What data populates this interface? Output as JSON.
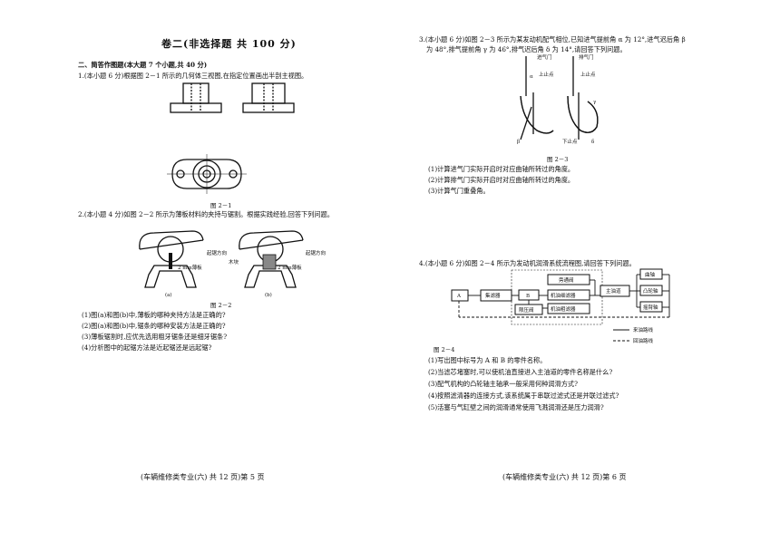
{
  "left_page": {
    "section_title": "卷二(非选择题   共 100 分)",
    "section_heading": "二、简答作图题(本大题 7 个小题,共 40 分)",
    "q1": "1.(本小题 6 分)根据图 2－1 所示的几何体三视图,在指定位置画出半剖主视图。",
    "fig1_caption": "图 2－1",
    "q2": "2.(本小题 4 分)如图 2－2 所示为薄板材料的夹持与锯割。根据实践经验,回答下列问题。",
    "fig2_label_a": "(a)",
    "fig2_label_b": "(b)",
    "fig2_saw_dir_a": "起锯方向",
    "fig2_saw_dir_b": "起锯方向",
    "fig2_board_a": "2 mm薄板",
    "fig2_board_b": "2 mm薄板",
    "fig2_wood": "木块",
    "fig2_caption": "图 2－2",
    "q2_items": [
      "(1)图(a)和图(b)中,薄板的哪种夹持方法是正确的?",
      "(2)图(a)和图(b)中,锯条的哪种安装方法是正确的?",
      "(3)薄板锯割时,应优先选用粗牙锯条还是细牙锯条?",
      "(4)分析图中的起锯方法是近起锯还是远起锯?"
    ],
    "footer": "(车辆维修类专业(六)   共 12 页)第 5 页"
  },
  "right_page": {
    "q3_line1": "3.(本小题 6 分)如图 2－3 所示为某发动机配气相位,已知进气提前角 α 为 12°,进气迟后角 β",
    "q3_line2": "为 48°,排气提前角 γ 为 46°,排气迟后角 δ 为 14°,请回答下列问题。",
    "fig3_intake": "进气门",
    "fig3_exhaust": "排气门",
    "fig3_tdc_left": "上止点",
    "fig3_tdc_right": "上止点",
    "fig3_bdc": "下止点",
    "fig3_alpha": "α",
    "fig3_beta": "β",
    "fig3_gamma": "γ",
    "fig3_delta": "δ",
    "fig3_caption": "图 2－3",
    "q3_items": [
      "(1)计算进气门实际开启时对应曲轴所转过的角度。",
      "(2)计算排气门实际开启时对应曲轴所转过的角度。",
      "(3)计算气门重叠角。"
    ],
    "q4": "4.(本小题 6 分)如图 2－4 所示为发动机润滑系统流程图,请回答下列问题。",
    "fig4": {
      "a": "A",
      "coarse": "集滤器",
      "b": "B",
      "relief": "限压阀",
      "bypass": "旁通阀",
      "fine": "机油细滤器",
      "oilfilter": "机油粗滤器",
      "gallery": "主油道",
      "crank": "曲轴",
      "cam": "凸轮轴",
      "rocker": "摇臂轴",
      "legend_in": "来油路线",
      "legend_out": "回油路线"
    },
    "fig4_caption": "图 2－4",
    "q4_items": [
      "(1)写出图中标号为 A 和 B 的零件名称。",
      "(2)当滤芯堵塞时,可以使机油直接进入主油道的零件名称是什么?",
      "(3)配气机构的凸轮轴主轴承一般采用何种润滑方式?",
      "(4)按照滤清器的连接方式,该系统属于串联过滤式还是并联过滤式?",
      "(5)活塞与气缸壁之间的润滑通常使用飞溅润滑还是压力润滑?"
    ],
    "footer": "(车辆维修类专业(六)   共 12 页)第 6 页"
  }
}
